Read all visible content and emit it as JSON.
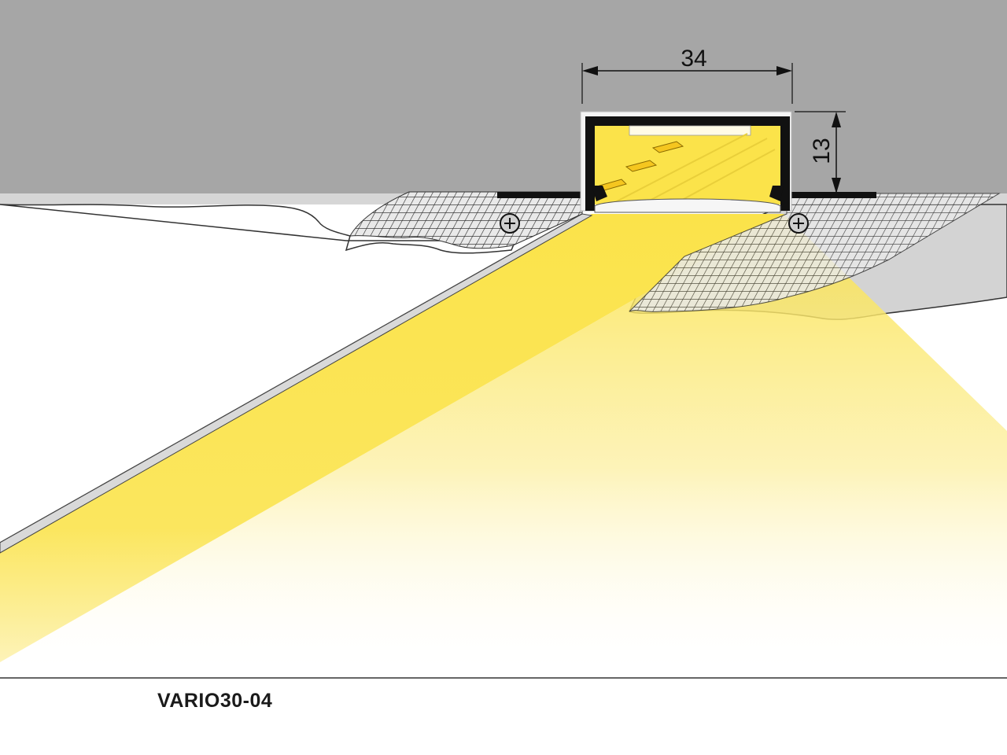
{
  "diagram": {
    "dimensions": {
      "width_label": "34",
      "height_label": "13"
    },
    "model_label": "VARIO30-04",
    "colors": {
      "ceiling": "#a6a6a6",
      "ceiling_edge": "#d9d9d9",
      "light": "#fbe34a",
      "light_fade": "#fffbe0",
      "profile": "#111111",
      "mesh": "#2b2b2b"
    }
  }
}
